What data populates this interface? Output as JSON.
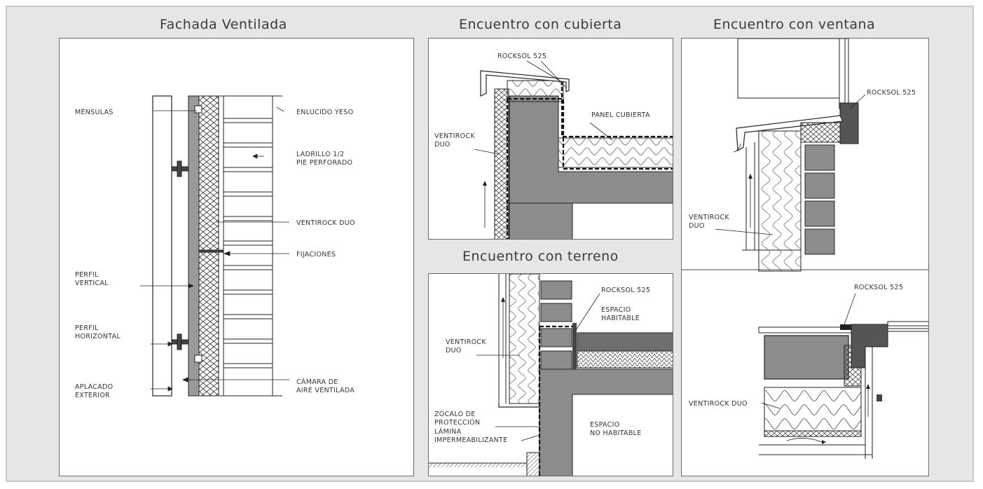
{
  "titles": {
    "fachada": "Fachada Ventilada",
    "cubierta": "Encuentro con cubierta",
    "ventana": "Encuentro con ventana",
    "terreno": "Encuentro con terreno"
  },
  "fachada_labels": {
    "mensulas": "MÉNSULAS",
    "enlucido": "ENLUCIDO YESO",
    "ladrillo_1": "LADRILLO 1/2",
    "ladrillo_2": "PIE PERFORADO",
    "ventirock": "VENTIROCK DUO",
    "fijaciones": "FIJACIONES",
    "perfil_v_1": "PERFIL",
    "perfil_v_2": "VERTICAL",
    "perfil_h_1": "PERFIL",
    "perfil_h_2": "HORIZONTAL",
    "camara_1": "CÁMARA DE",
    "camara_2": "AIRE VENTILADA",
    "aplacado_1": "APLACADO",
    "aplacado_2": "EXTERIOR"
  },
  "cubierta_labels": {
    "rocksol": "ROCKSOL 525",
    "panel": "PANEL CUBIERTA",
    "ventirock_1": "VENTIROCK",
    "ventirock_2": "DUO"
  },
  "terreno_labels": {
    "rocksol": "ROCKSOL 525",
    "espacio_h_1": "ESPACIO",
    "espacio_h_2": "HABITABLE",
    "ventirock_1": "VENTIROCK",
    "ventirock_2": "DUO",
    "zocalo_1": "ZÓCALO DE",
    "zocalo_2": "PROTECCIÓN",
    "lamina_1": "LÁMINA",
    "lamina_2": "IMPERMEABILIZANTE",
    "espacio_nh_1": "ESPACIO",
    "espacio_nh_2": "NO HABITABLE"
  },
  "ventana_labels": {
    "rocksol_top": "ROCKSOL 525",
    "ventirock_1": "VENTIROCK",
    "ventirock_2": "DUO",
    "rocksol_bottom": "ROCKSOL 525",
    "ventirock_bottom": "VENTIROCK DUO"
  },
  "colors": {
    "background": "#e6e6e6",
    "concrete": "#8c8c8c",
    "insulation": "#f2f2f2",
    "line": "#2a2a2a"
  }
}
